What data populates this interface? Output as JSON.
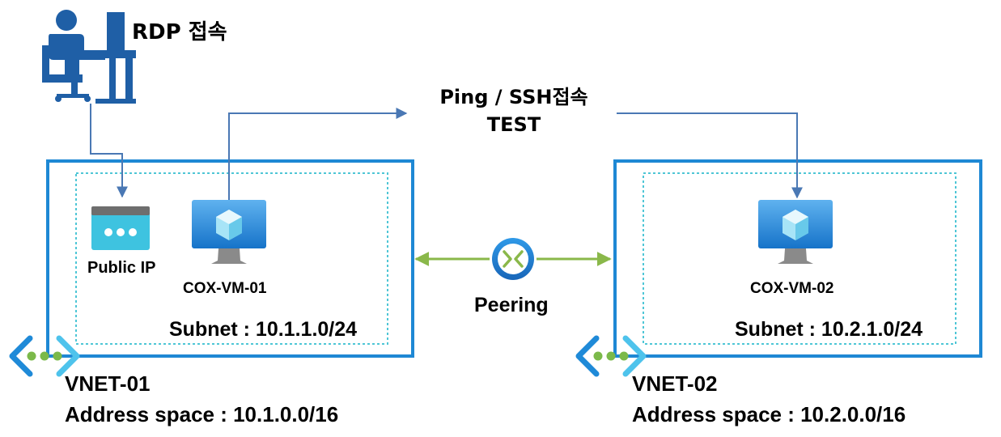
{
  "user": {
    "label": "RDP 접속"
  },
  "test": {
    "line1": "Ping / SSH접속",
    "line2": "TEST"
  },
  "peering": {
    "label": "Peering"
  },
  "vnet1": {
    "public_ip": "Public IP",
    "vm": "COX-VM-01",
    "subnet": "Subnet : 10.1.1.0/24",
    "name": "VNET-01",
    "address_space": "Address space : 10.1.0.0/16"
  },
  "vnet2": {
    "vm": "COX-VM-02",
    "subnet": "Subnet : 10.2.1.0/24",
    "name": "VNET-02",
    "address_space": "Address space : 10.2.0.0/16"
  },
  "colors": {
    "vnet_border": "#1e88d4",
    "subnet_border": "#4ec6d6",
    "connector": "#4a78b4",
    "peering_arrow": "#8ab84a",
    "user_icon": "#1f5fa6"
  }
}
